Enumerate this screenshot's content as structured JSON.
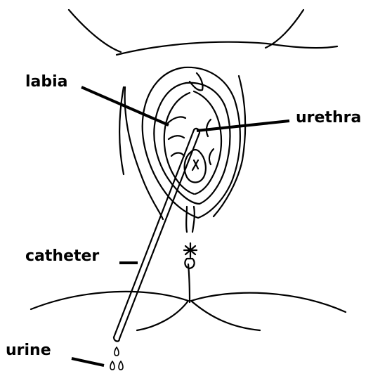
{
  "labels": {
    "labia": "labia",
    "urethra": "urethra",
    "catheter": "catheter",
    "urine": "urine"
  },
  "colors": {
    "ink": "#000000",
    "background": "#ffffff"
  }
}
